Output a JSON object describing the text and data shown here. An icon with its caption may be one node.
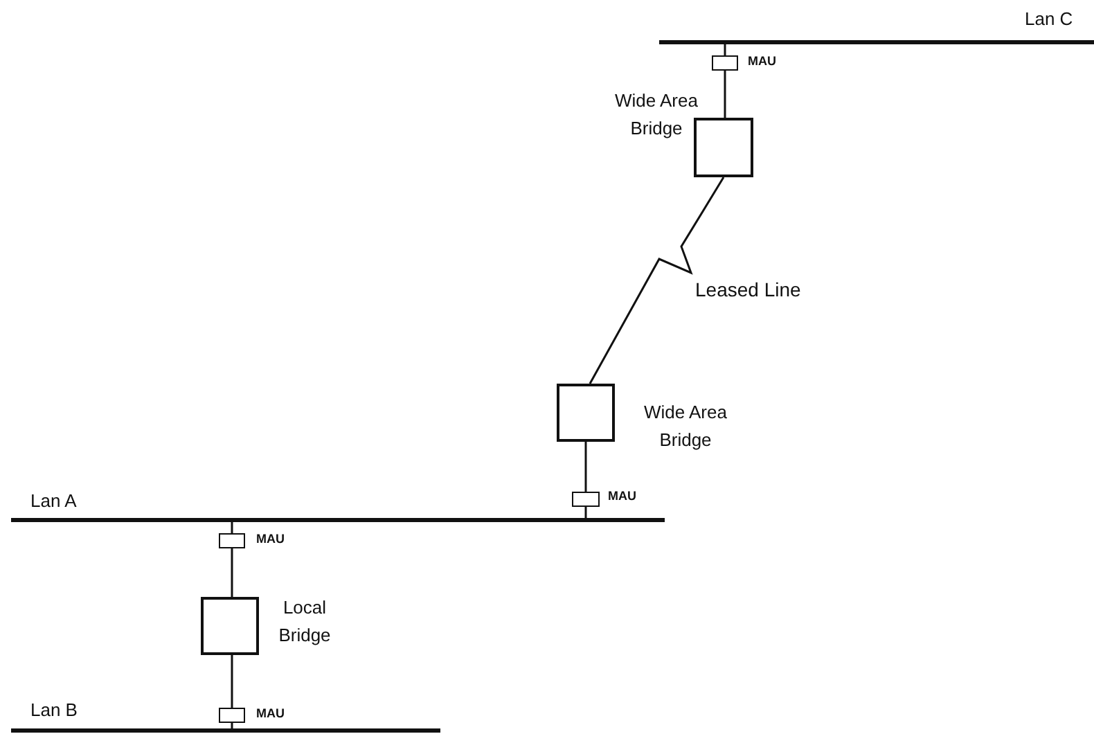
{
  "diagram": {
    "nodes": [
      {
        "text": [],
        "shape": "bar",
        "beside": [
          "Lan C"
        ]
      },
      {
        "text": [],
        "shape": "box",
        "beside": [
          "MAU"
        ]
      },
      {
        "text": [],
        "shape": "box",
        "beside": [
          "Wide Area Bridge"
        ]
      },
      {
        "text": [],
        "shape": "box",
        "beside": [
          "Wide Area Bridge"
        ]
      },
      {
        "text": [],
        "shape": "box",
        "beside": [
          "MAU"
        ]
      },
      {
        "text": [],
        "shape": "bar",
        "beside": [
          "Lan A"
        ]
      },
      {
        "text": [],
        "shape": "box",
        "beside": [
          "MAU"
        ]
      },
      {
        "text": [],
        "shape": "box",
        "beside": [
          "Local Bridge"
        ]
      },
      {
        "text": [],
        "shape": "box",
        "beside": [
          "MAU"
        ]
      },
      {
        "text": [],
        "shape": "bar",
        "beside": [
          "Lan B"
        ]
      }
    ],
    "edges": [
      {
        "from": 0,
        "to": 1,
        "arrow": "none"
      },
      {
        "from": 1,
        "to": 2,
        "arrow": "none"
      },
      {
        "from": 2,
        "to": 3,
        "arrow": "none",
        "label": "Leased Line"
      },
      {
        "from": 3,
        "to": 4,
        "arrow": "none"
      },
      {
        "from": 4,
        "to": 5,
        "arrow": "none"
      },
      {
        "from": 5,
        "to": 6,
        "arrow": "none"
      },
      {
        "from": 6,
        "to": 7,
        "arrow": "none"
      },
      {
        "from": 7,
        "to": 8,
        "arrow": "none"
      },
      {
        "from": 8,
        "to": 9,
        "arrow": "none"
      }
    ]
  }
}
